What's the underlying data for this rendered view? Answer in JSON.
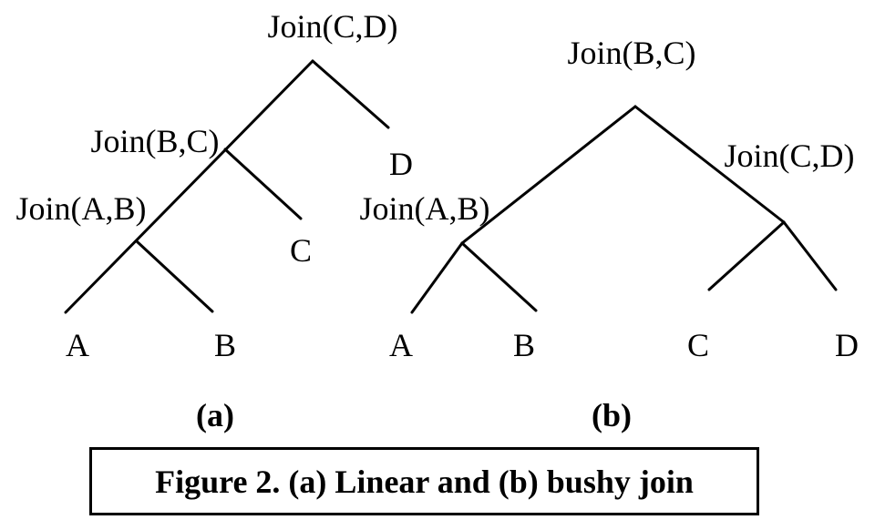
{
  "figure": {
    "background_color": "#ffffff",
    "line_color": "#000000",
    "text_color": "#000000",
    "tree_a": {
      "type": "linear-join-tree",
      "root_label": "Join(C,D)",
      "mid_label": "Join(B,C)",
      "lower_label": "Join(A,B)",
      "leaf_a": "A",
      "leaf_b": "B",
      "leaf_c": "C",
      "leaf_d": "D",
      "sub_caption": "(a)"
    },
    "tree_b": {
      "type": "bushy-join-tree",
      "root_label": "Join(B,C)",
      "left_label": "Join(A,B)",
      "right_label": "Join(C,D)",
      "leaf_a": "A",
      "leaf_b": "B",
      "leaf_c": "C",
      "leaf_d": "D",
      "sub_caption": "(b)"
    },
    "caption": "Figure 2. (a) Linear and (b) bushy join"
  }
}
